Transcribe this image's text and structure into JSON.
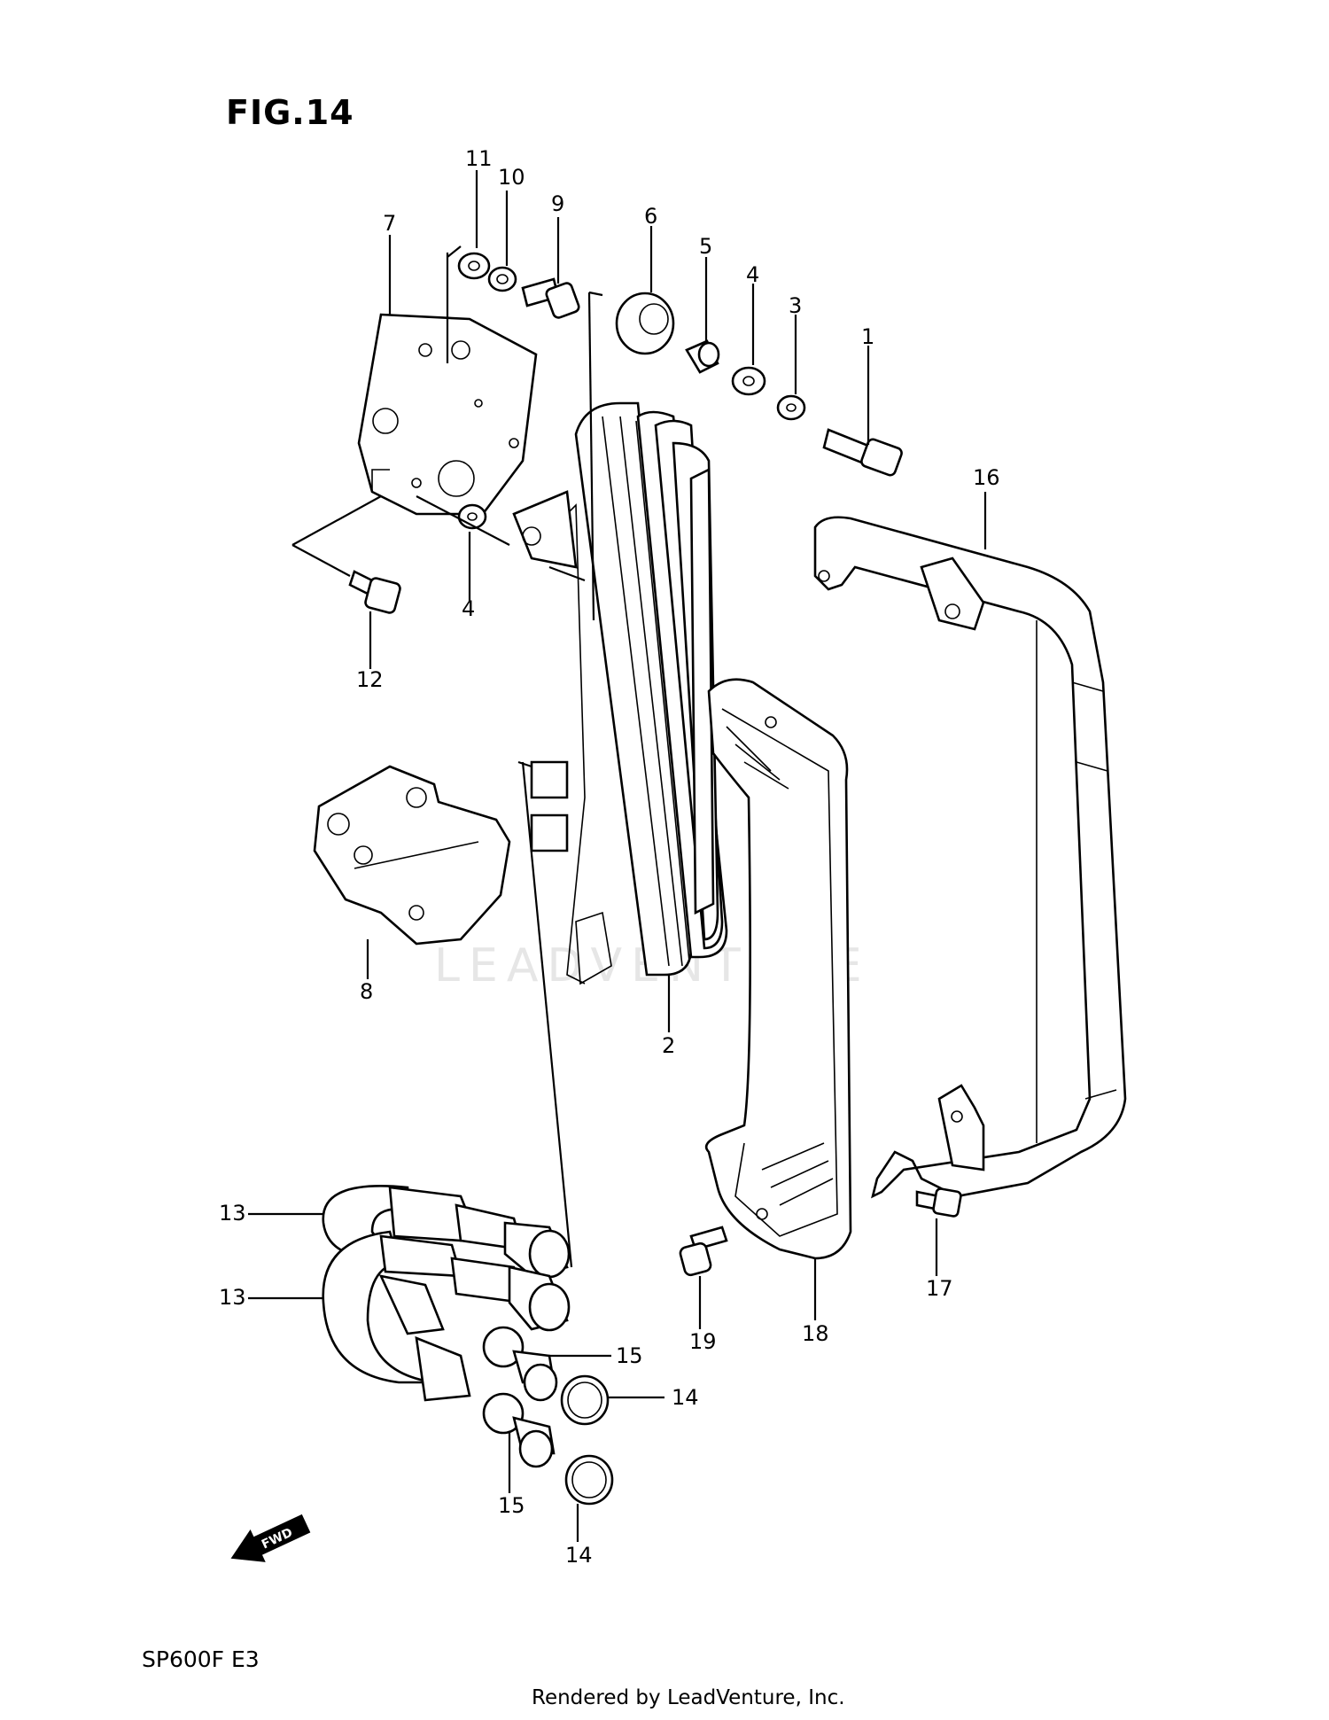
{
  "figure": {
    "title": "FIG.14",
    "watermark": "LEADVENTURE",
    "fwd_label": "FWD"
  },
  "model_code": "SP600F  E3",
  "footer": "Rendered by LeadVenture, Inc.",
  "callouts": [
    "1",
    "2",
    "3",
    "4",
    "4",
    "5",
    "6",
    "7",
    "8",
    "9",
    "10",
    "11",
    "12",
    "13",
    "13",
    "14",
    "14",
    "15",
    "15",
    "16",
    "17",
    "18",
    "19"
  ],
  "parts": [
    {
      "ref": "1",
      "icon": "oil-cooler-core-icon"
    },
    {
      "ref": "2",
      "icon": "bolt-icon"
    },
    {
      "ref": "3",
      "icon": "washer-icon"
    },
    {
      "ref": "4",
      "icon": "washer-icon"
    },
    {
      "ref": "5",
      "icon": "spacer-collar-icon"
    },
    {
      "ref": "6",
      "icon": "rubber-cushion-icon"
    },
    {
      "ref": "7",
      "icon": "bracket-icon"
    },
    {
      "ref": "8",
      "icon": "bracket-icon"
    },
    {
      "ref": "9",
      "icon": "bolt-icon"
    },
    {
      "ref": "10",
      "icon": "lock-washer-icon"
    },
    {
      "ref": "11",
      "icon": "washer-icon"
    },
    {
      "ref": "12",
      "icon": "flange-bolt-icon"
    },
    {
      "ref": "13",
      "icon": "oil-hose-icon"
    },
    {
      "ref": "14",
      "icon": "gasket-ring-icon"
    },
    {
      "ref": "15",
      "icon": "union-bolt-icon"
    },
    {
      "ref": "16",
      "icon": "guard-frame-icon"
    },
    {
      "ref": "17",
      "icon": "bolt-icon"
    },
    {
      "ref": "18",
      "icon": "cooler-cover-icon"
    },
    {
      "ref": "19",
      "icon": "bolt-icon"
    }
  ]
}
